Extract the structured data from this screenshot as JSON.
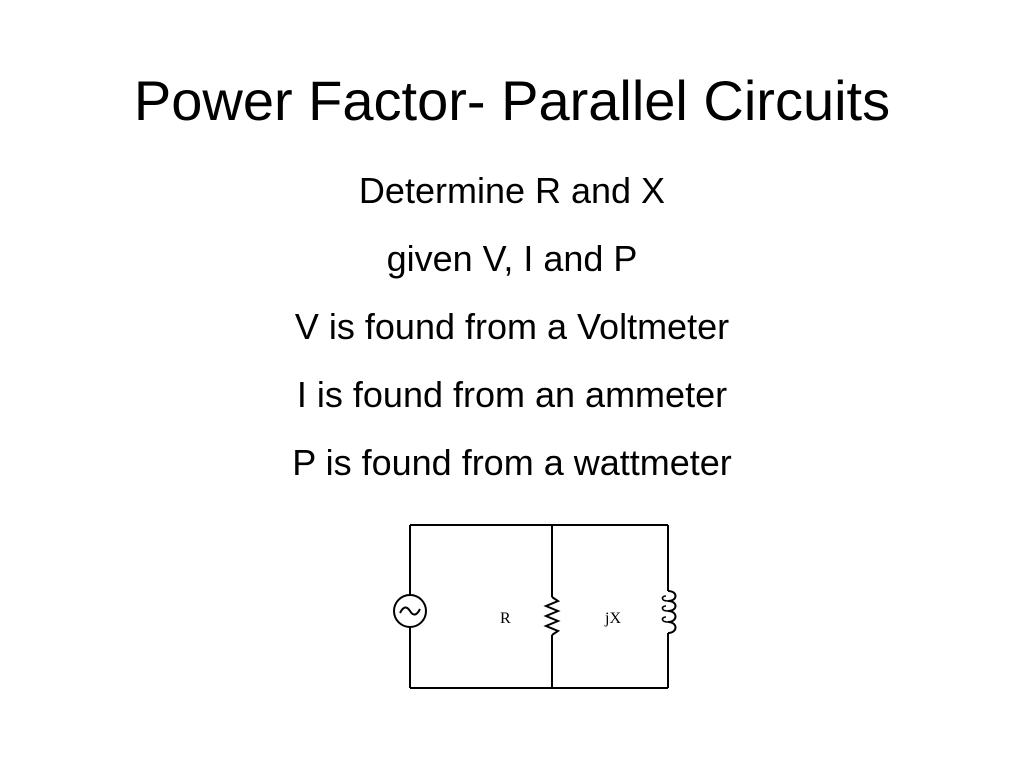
{
  "slide": {
    "title": "Power Factor- Parallel Circuits",
    "lines": [
      "Determine R and X",
      "given V, I and P",
      "V is found from a Voltmeter",
      "I is found from an ammeter",
      "P is found from a wattmeter"
    ]
  },
  "circuit": {
    "source_icon": "ac-source-icon",
    "resistor_label": "R",
    "inductor_label": "jX",
    "resistor_icon": "resistor-icon",
    "inductor_icon": "inductor-icon"
  }
}
